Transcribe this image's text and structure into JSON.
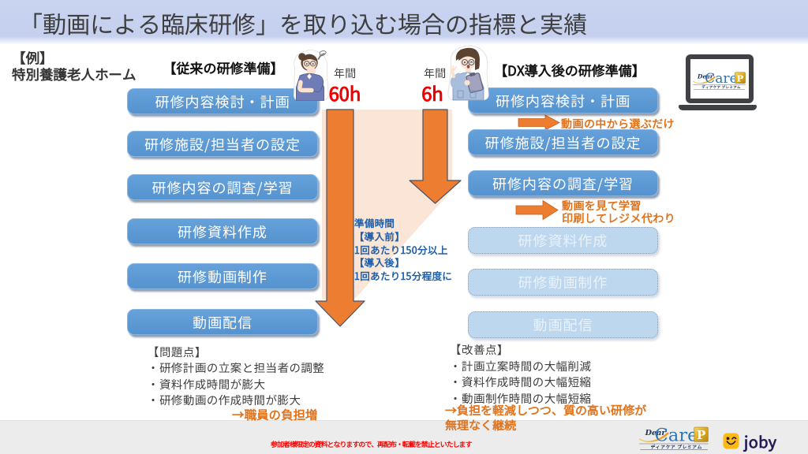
{
  "slide": {
    "title": "「動画による臨床研修」を取り込む場合の指標と実績"
  },
  "example": {
    "tag": "【例】",
    "facility": "特別養護老人ホーム"
  },
  "left": {
    "header": "【従来の研修準備】",
    "annual_label": "年間",
    "annual_hours": "60h",
    "boxes": [
      "研修内容検討・計画",
      "研修施設/担当者の設定",
      "研修内容の調査/学習",
      "研修資料作成",
      "研修動画制作",
      "動画配信"
    ],
    "problems": {
      "header": "【問題点】",
      "items": [
        "・研修計画の立案と担当者の調整",
        "・資料作成時間が膨大",
        "・研修動画の作成時間が膨大"
      ],
      "conclusion": "→職員の負担増"
    }
  },
  "right": {
    "header": "【DX導入後の研修準備】",
    "annual_label": "年間",
    "annual_hours": "6h",
    "boxes_active": [
      "研修内容検討・計画",
      "研修施設/担当者の設定",
      "研修内容の調査/学習"
    ],
    "boxes_inactive": [
      "研修資料作成",
      "研修動画制作",
      "動画配信"
    ],
    "notes": [
      "動画の中から選ぶだけ",
      "動画を見て学習",
      "印刷してレジメ代わり"
    ],
    "improvements": {
      "header": "【改善点】",
      "items": [
        "・計画立案時間の大幅削減",
        "・資料作成時間の大幅短縮",
        "・動画制作時間の大幅短縮"
      ],
      "conclusion_line1": "→負担を軽減しつつ、質の高い研修が",
      "conclusion_line2": "無理なく継続"
    }
  },
  "prep_time": {
    "line1": "準備時間",
    "line2": "【導入前】",
    "line3": "1回あたり150分以上",
    "line4": "【導入後】",
    "line5": "1回あたり15分程度に"
  },
  "footer": {
    "disclaimer": "参加者様限定の資料となりますので、再配布・転載を禁止といたします"
  },
  "logos": {
    "dearcare": {
      "dear": "Dear",
      "care": "Care",
      "p": "P",
      "subtitle": "ディアケア プレミアム"
    },
    "joby": {
      "text": "joby"
    }
  },
  "colors": {
    "title_band": "#c7d3f0",
    "box_blue": "#5b9bd5",
    "box_light_blue": "#bdd7ee",
    "arrow_orange": "#ed7d31",
    "peach": "#fbe5d6",
    "accent_red": "#ee0000",
    "note_orange": "#e0731d",
    "prep_blue": "#2160a8",
    "joby_yellow": "#fcba12",
    "joby_navy": "#241c55",
    "dearcare_blue": "#2e74b5"
  }
}
